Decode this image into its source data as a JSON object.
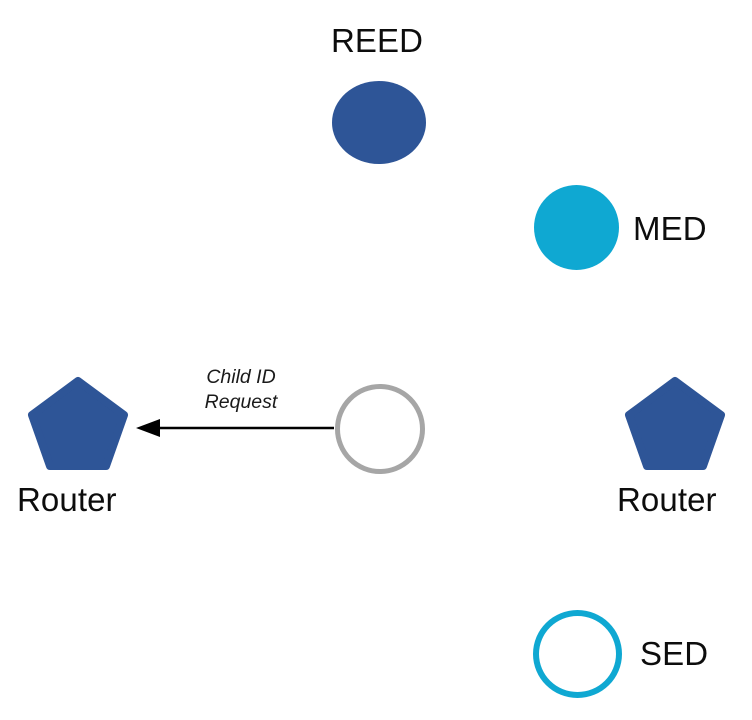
{
  "diagram": {
    "title_text": "",
    "background_color": "#ffffff",
    "colors": {
      "router_blue": "#2e5597",
      "reed_blue": "#2e5597",
      "med_cyan": "#0fa8d2",
      "sed_cyan": "#0fa8d2",
      "end_device_gray": "#a6a6a6",
      "arrow_black": "#000000",
      "label_text": "#0d0d0d",
      "edge_label_text": "#1a1a1a"
    },
    "nodes": [
      {
        "id": "reed",
        "label": "REED",
        "shape": "circle-filled",
        "color": "#2e5597",
        "label_position": "above"
      },
      {
        "id": "med",
        "label": "MED",
        "shape": "circle-filled",
        "color": "#0fa8d2",
        "label_position": "right"
      },
      {
        "id": "router-left",
        "label": "Router",
        "shape": "pentagon",
        "color": "#2e5597",
        "label_position": "below"
      },
      {
        "id": "router-right",
        "label": "Router",
        "shape": "pentagon",
        "color": "#2e5597",
        "label_position": "below"
      },
      {
        "id": "end-device-center",
        "label": "",
        "shape": "circle-outline",
        "color": "#a6a6a6",
        "label_position": "none"
      },
      {
        "id": "sed",
        "label": "SED",
        "shape": "circle-outline",
        "color": "#0fa8d2",
        "label_position": "right"
      }
    ],
    "edges": [
      {
        "id": "child-id-request",
        "from": "end-device-center",
        "to": "router-left",
        "label": "Child ID\nRequest",
        "style": "solid-arrow",
        "color": "#000000"
      }
    ]
  }
}
